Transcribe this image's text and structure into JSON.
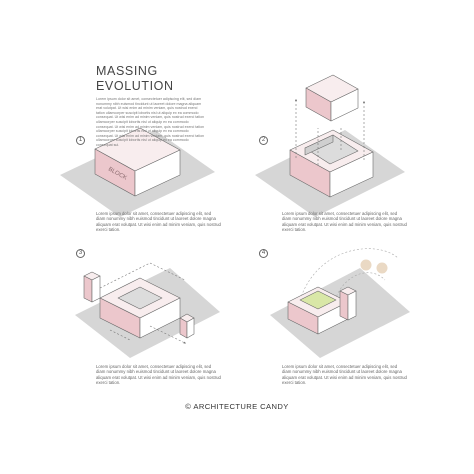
{
  "title_lines": [
    "MASSING",
    "EVOLUTION"
  ],
  "intro_text": "Lorem ipsum dolor sit amet, consectetuer adipiscing elit, sed diam nonummy nibh euismod tincidunt ut laoreet dolore magna aliquam erat volutpat. Ut wisi enim ad minim veniam, quis nostrud exerci tation ullamcorper suscipit lobortis nisl ut aliquip ex ea commodo consequat. Ut wisi enim ad minim veniam, quis nostrud exerci tation ullamcorper suscipit lobortis nisl ut aliquip ex ea commodo consequat. Ut wisi enim ad minim veniam, quis nostrud exerci tation ullamcorper suscipit lobortis nisl ut aliquip ex ea commodo consequat. Ut wisi enim ad minim veniam, quis nostrud exerci tation ullamcorper suscipit lobortis nisl ut aliquip ex ea commodo consequat sui.",
  "steps": [
    {
      "number": "1",
      "block_label": "BLOCK",
      "caption": "Lorem ipsum dolor sit amet, consectetuer adipiscing elit, sed diam nonummy nibh euismod tincidunt ut laoreet dolore magna aliquam erat volutpat. Ut wisi enim ad minim veniam, quis nostrud exerci tation."
    },
    {
      "number": "2",
      "caption": "Lorem ipsum dolor sit amet, consectetuer adipiscing elit, sed diam nonummy nibh euismod tincidunt ut laoreet dolore magna aliquam erat volutpat. Ut wisi enim ad minim veniam, quis nostrud exerci tation."
    },
    {
      "number": "3",
      "caption": "Lorem ipsum dolor sit amet, consectetuer adipiscing elit, sed diam nonummy nibh euismod tincidunt ut laoreet dolore magna aliquam erat volutpat. Ut wisi enim ad minim veniam, quis nostrud exerci tation."
    },
    {
      "number": "4",
      "caption": "Lorem ipsum dolor sit amet, consectetuer adipiscing elit, sed diam nonummy nibh euismod tincidunt ut laoreet dolore magna aliquam erat volutpat. Ut wisi enim ad minim veniam, quis nostrud exerci tation."
    }
  ],
  "credit": "© ARCHITECTURE CANDY",
  "colors": {
    "block_top": "#f8edee",
    "block_side_pink": "#ecc7cc",
    "block_side_white": "#ffffff",
    "ground": "#d6d6d6",
    "outline": "#6a6a6a",
    "accent_green": "#d9e7a7",
    "sun": "#ead9c4"
  }
}
